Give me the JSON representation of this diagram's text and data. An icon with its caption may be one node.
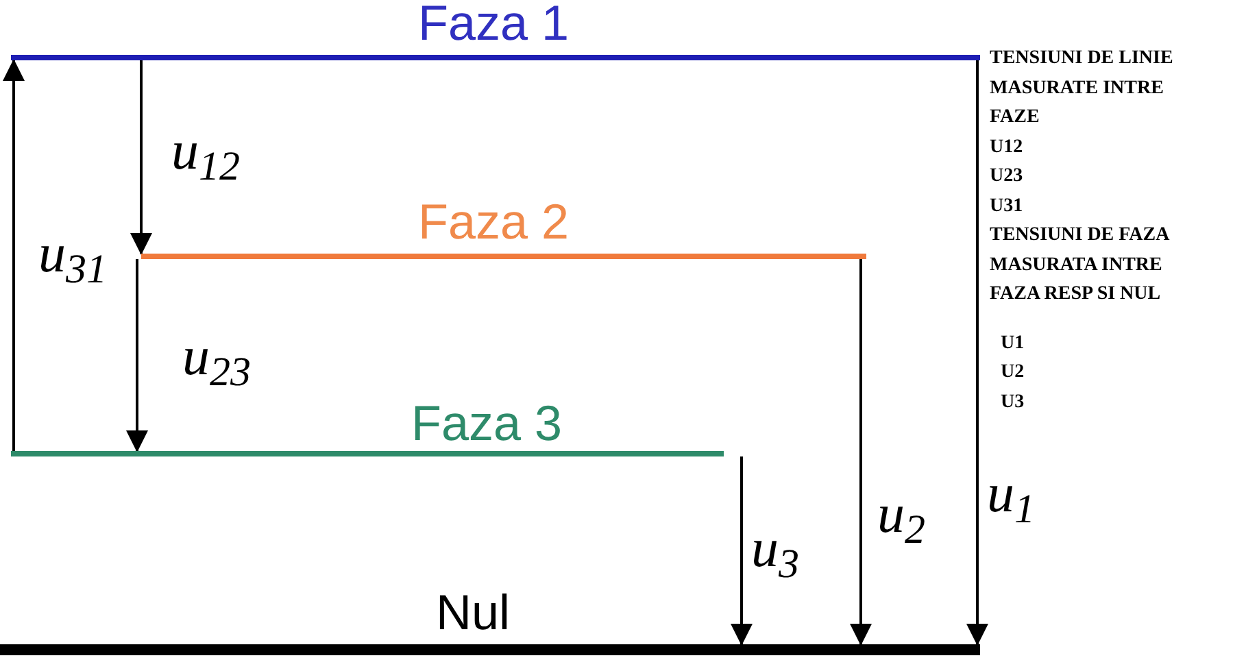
{
  "diagram": {
    "nodes": [
      {
        "text": [
          "Faza 1"
        ]
      },
      {
        "text": [
          "Faza 2"
        ]
      },
      {
        "text": [
          "Faza 3"
        ]
      },
      {
        "text": [
          "Nul"
        ]
      }
    ],
    "edges": [
      {
        "from": 0,
        "to": 1,
        "arrow": "to",
        "label": "u$_{12}$"
      },
      {
        "from": 1,
        "to": 2,
        "arrow": "to",
        "label": "u$_{23}$"
      },
      {
        "from": 2,
        "to": 0,
        "arrow": "to",
        "label": "u$_{31}$"
      },
      {
        "from": 2,
        "to": 3,
        "arrow": "to",
        "label": "u$_{3}$"
      },
      {
        "from": 1,
        "to": 3,
        "arrow": "to",
        "label": "u$_{2}$"
      },
      {
        "from": 0,
        "to": 3,
        "arrow": "to",
        "label": "u$_{1}$"
      }
    ],
    "labels": [
      "TENSIUNI DE LINIE MASURATE INTRE FAZE",
      "U12",
      "U23",
      "U31",
      "TENSIUNI DE FAZA MASURATA INTRE FAZA RESP SI NUL",
      "U1",
      "U2",
      "U3"
    ]
  }
}
